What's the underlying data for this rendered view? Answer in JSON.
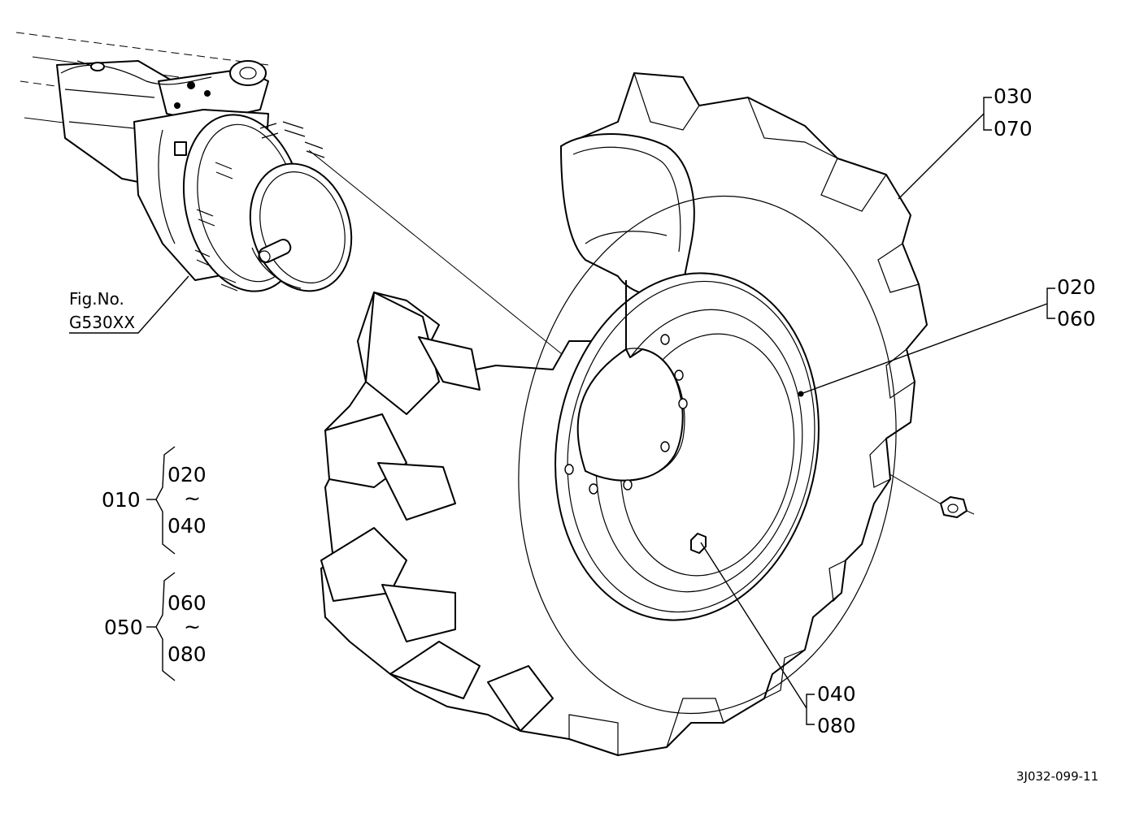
{
  "figure_ref": {
    "line1": "Fig.No.",
    "line2": "G530XX"
  },
  "callouts": {
    "c030": "030",
    "c070": "070",
    "c020": "020",
    "c060": "060",
    "c040": "040",
    "c080": "080"
  },
  "groups": [
    {
      "parent": "010",
      "from": "020",
      "sep": "~",
      "to": "040"
    },
    {
      "parent": "050",
      "from": "060",
      "sep": "~",
      "to": "080"
    }
  ],
  "drawing_code": "3J032-099-11"
}
